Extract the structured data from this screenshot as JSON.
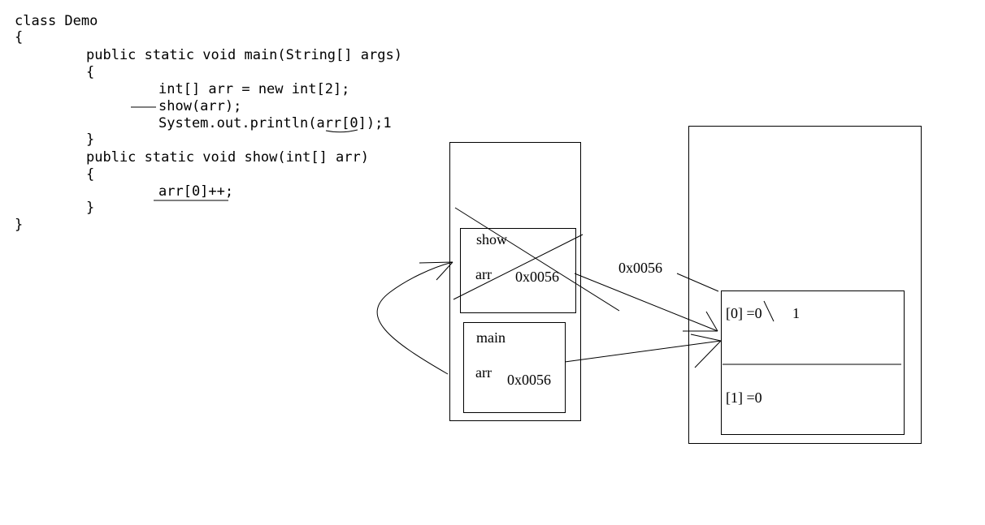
{
  "code": {
    "lines": [
      "class Demo",
      "{",
      "public static void main(String[] args)",
      "{",
      "int[] arr = new int[2];",
      "show(arr);",
      "System.out.println(arr[0]);1",
      "}",
      "public static void show(int[] arr)",
      "{",
      "arr[0]++;",
      "}",
      "}"
    ]
  },
  "stack": {
    "show_frame": {
      "title": "show",
      "var": "arr",
      "value": "0x0056"
    },
    "main_frame": {
      "title": "main",
      "var": "arr",
      "value": "0x0056"
    }
  },
  "heap": {
    "address": "0x0056",
    "cells": [
      {
        "label": "[0] =0",
        "updated": "1"
      },
      {
        "label": "[1] =0"
      }
    ]
  }
}
